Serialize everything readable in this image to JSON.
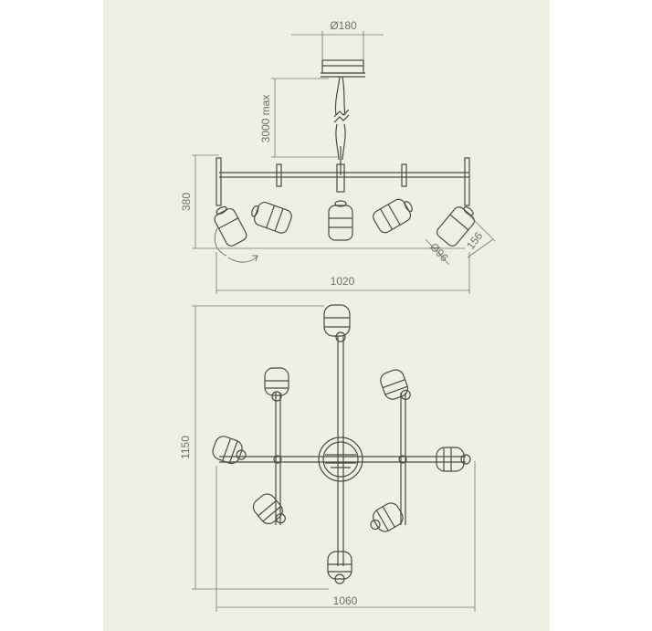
{
  "colors": {
    "background": "#eff0e4",
    "outer": "#ffffff",
    "line": "#4a4a42",
    "dimension": "#77786e",
    "dimension_text": "#6e6f66"
  },
  "dimensions": {
    "canopy_diameter": "Ø180",
    "cable_length": "3000 max",
    "height": "380",
    "width_side": "1020",
    "shade_diameter": "Ø96",
    "shade_length": "156",
    "depth_top": "1150",
    "width_top": "1060"
  }
}
